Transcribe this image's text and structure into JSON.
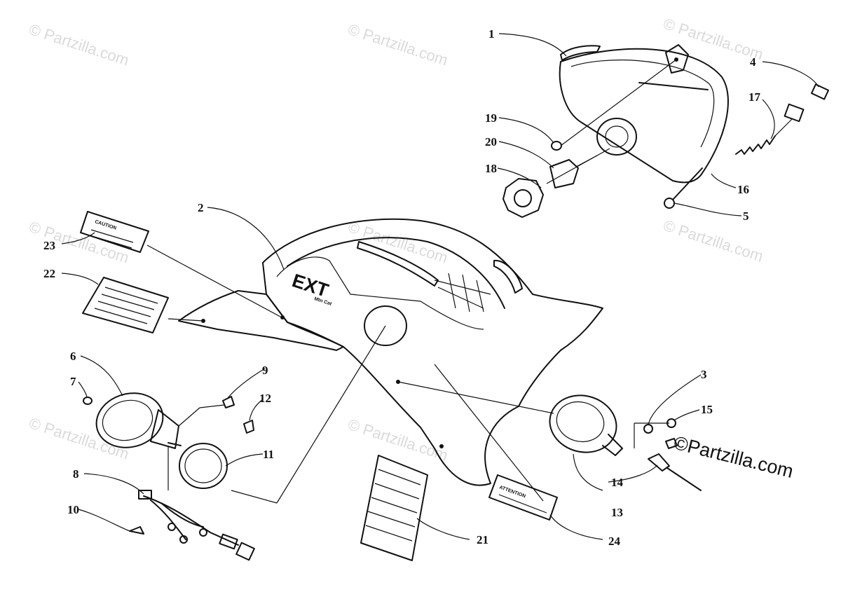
{
  "diagram": {
    "watermark_text": "© Partzilla.com",
    "brand_text": "©Partzilla.com",
    "decal_texts": {
      "caution": "CAUTION",
      "attention": "ATTENTION"
    },
    "hood_logo": "EXT",
    "hood_script": "Mtn Cat",
    "callouts": [
      "1",
      "2",
      "3",
      "4",
      "5",
      "6",
      "7",
      "8",
      "9",
      "10",
      "11",
      "12",
      "13",
      "14",
      "15",
      "16",
      "17",
      "18",
      "19",
      "20",
      "21",
      "22",
      "23",
      "24"
    ]
  }
}
